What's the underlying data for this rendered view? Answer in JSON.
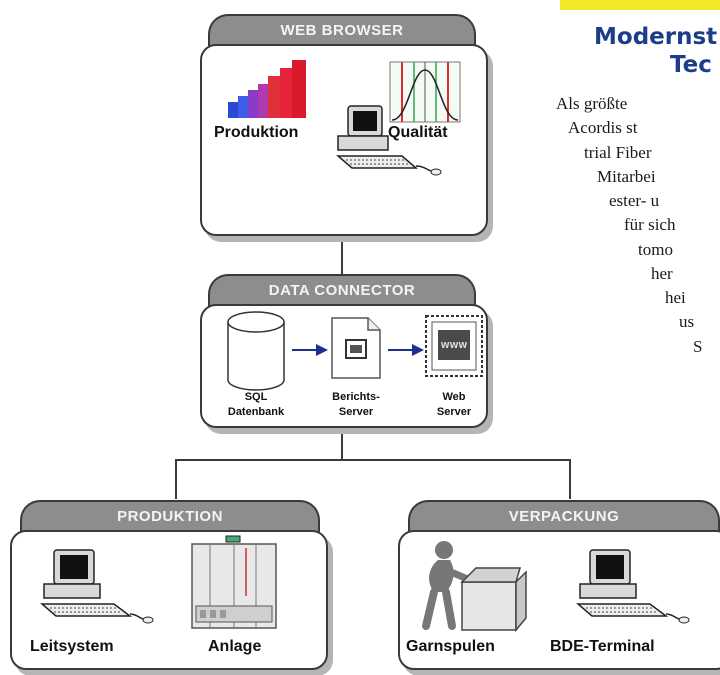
{
  "web_browser": {
    "title": "WEB BROWSER",
    "produktion_label": "Produktion",
    "qualitaet_label": "Qualität"
  },
  "data_connector": {
    "title": "DATA CONNECTOR",
    "sql_line1": "SQL",
    "sql_line2": "Datenbank",
    "berichts_line1": "Berichts-",
    "berichts_line2": "Server",
    "web_line1": "Web",
    "web_line2": "Server",
    "www": "WWW"
  },
  "produktion": {
    "title": "PRODUKTION",
    "leitsystem_label": "Leitsystem",
    "anlage_label": "Anlage"
  },
  "verpackung": {
    "title": "VERPACKUNG",
    "garnspulen_label": "Garnspulen",
    "bde_label": "BDE-Terminal"
  },
  "article": {
    "heading_line1": "Modernst",
    "heading_line2": "Tec",
    "lines": [
      "Als größte",
      "Acordis st",
      "trial Fiber",
      "Mitarbei",
      "ester- u",
      "für sich",
      "tomo",
      "her",
      "hei",
      "us",
      "S"
    ]
  },
  "colors": {
    "header_gray": "#8d8d8d",
    "border": "#3a3a3a",
    "arrow_blue": "#1e2f8f",
    "heading_blue": "#1d3d8a",
    "highlight_yellow": "#f0ea2a"
  }
}
